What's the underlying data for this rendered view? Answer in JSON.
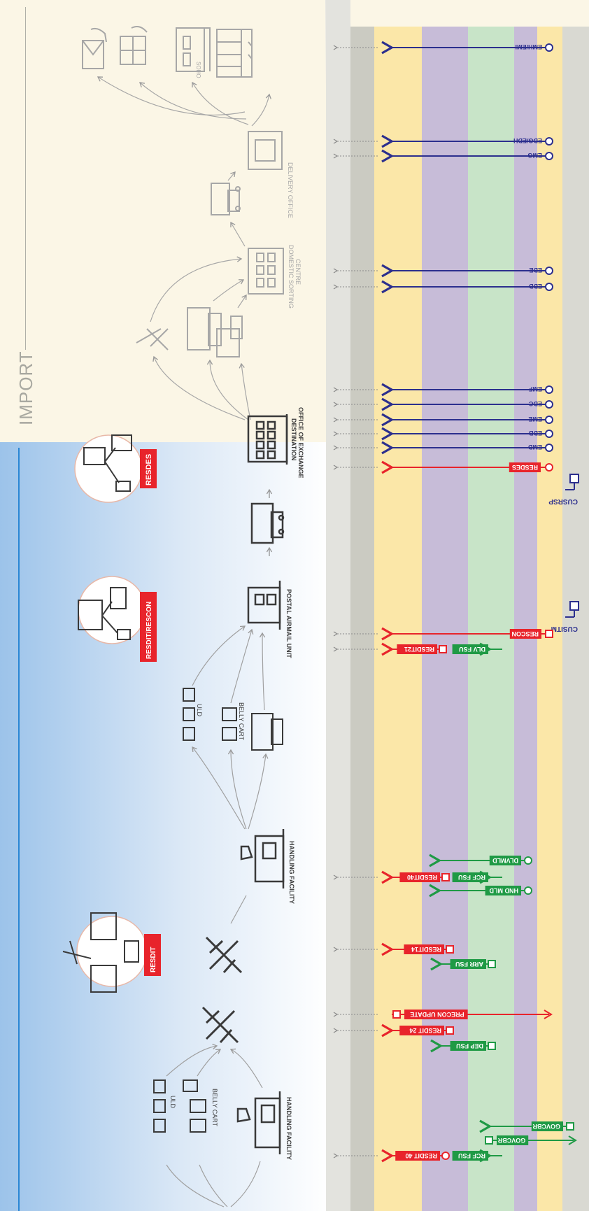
{
  "colors": {
    "import_bg": "#fbf6e6",
    "export_bg_top": "#9cc3ea",
    "export_bg_bottom": "#ffffff",
    "divider_blue": "#2a86d4",
    "band_grey": "#cbcbc2",
    "band_yellow": "#fbe7a8",
    "band_purple": "#c7bcd8",
    "band_green": "#c8e4c8",
    "band_lightgrey": "#d9d9d2",
    "msg_blue": "#2c2f8e",
    "msg_red": "#e8242b",
    "msg_green": "#1f9a45",
    "icon_dark": "#3a3a3a",
    "icon_light": "#a7a7a7"
  },
  "section": {
    "import_label": "IMPORT"
  },
  "facilities": {
    "handling_facility_1": "HANDLING FACILITY",
    "handling_facility_2": "HANDLING FACILITY",
    "postal_airmail_unit": "POSTAL AIRMAIL UNIT",
    "destination_ooe_line1": "DESTINATION",
    "destination_ooe_line2": "OFFICE OF EXCHANGE",
    "domestic_sorting_line1": "DOMESTIC SORTING",
    "domestic_sorting_line2": "CENTRE",
    "delivery_office": "DELIVERY OFFICE",
    "uld_1": "ULD",
    "belly_cart_1": "BELLY CART",
    "uld_2": "ULD",
    "belly_cart_2": "BELLY CART",
    "soho": "SOHO"
  },
  "badges": {
    "resdit": "RESDIT",
    "resdit_rescon": "RESDIT/RESCON",
    "resdes": "RESDES"
  },
  "messages": {
    "emh_emi": "EMH/EMI",
    "edg_edh": "EDG/EDH",
    "emg": "EMG",
    "ede": "EDE",
    "edd": "EDD",
    "emf": "EMF",
    "edc": "EDC",
    "eme": "EME",
    "edb": "EDB",
    "emd": "EMD",
    "resdes": "RESDES",
    "cusrsp": "CUSRSP",
    "cusitm": "CUSITM",
    "rescon": "RESCON",
    "resdit21": "RESDIT21",
    "dlv_fsu": "DLV FSU",
    "dlvmld": "DLVMLD",
    "resdit40b": "RESDIT40",
    "rcf_fsu_b": "RCF FSU",
    "hnd_mld": "HND MLD",
    "resdit14": "RESDIT14",
    "arr_fsu": "ARR FSU",
    "precon_update": "PRECON UPDATE",
    "resdit24": "RESDIT 24",
    "dep_fsu": "DEP FSU",
    "govcbr_1": "GOVCBR",
    "govcbr_2": "GOVCBR",
    "resdit40a": "RESDIT 40",
    "rcf_fsu_a": "RCF FSU"
  }
}
